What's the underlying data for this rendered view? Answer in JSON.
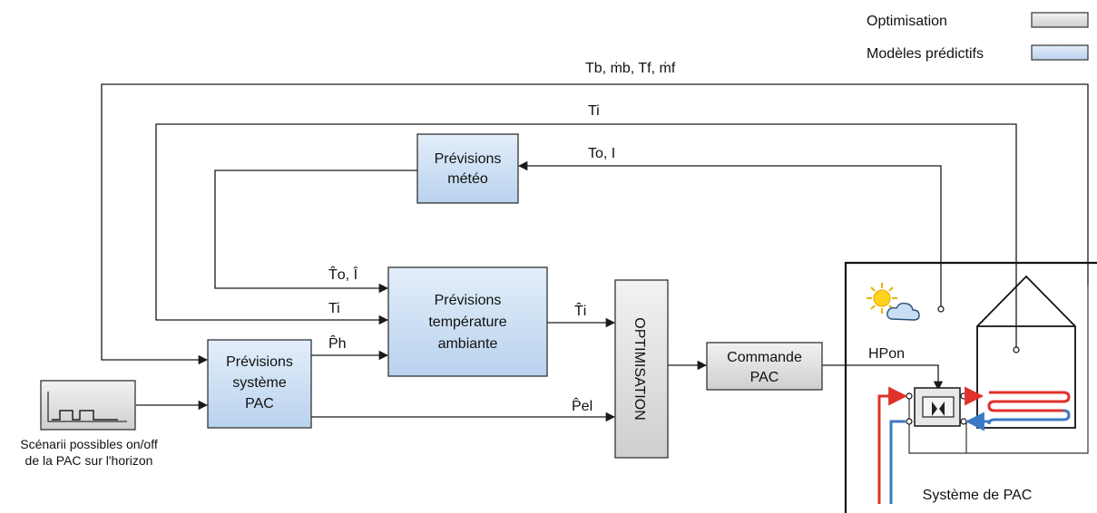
{
  "legend": {
    "optimisation": "Optimisation",
    "predictive_models": "Modèles prédictifs"
  },
  "colors": {
    "optimisation_fill": "#d4d4d4",
    "predictive_fill": "#c8dcf0",
    "hot_pipe": "#e0312b",
    "cold_pipe": "#3a7ac4",
    "line": "#1a1a1a"
  },
  "blocks": {
    "meteo": [
      "Prévisions",
      "météo"
    ],
    "temperature": [
      "Prévisions",
      "température",
      "ambiante"
    ],
    "system": [
      "Prévisions",
      "système",
      "PAC"
    ],
    "optimisation": "OPTIMISATION",
    "command": [
      "Commande",
      "PAC"
    ]
  },
  "signals": {
    "top_label": "Tb, ṁb, Tf, ṁf",
    "ti_top": "Ti",
    "to_i": "To, I",
    "to_i_hat": "T̂o, Î",
    "ti_mid": "Ti",
    "ph_hat": "P̂h",
    "ti_hat": "T̂i",
    "pel_hat": "P̂el",
    "hpon": "HPon"
  },
  "scenario": {
    "caption": [
      "Scénarii possibles on/off",
      "de la PAC sur l'horizon"
    ]
  },
  "system": {
    "label": "Système de PAC"
  },
  "icons": [
    "sun-cloud-icon",
    "house-icon",
    "heat-pump-icon",
    "scenario-pulse-icon"
  ]
}
